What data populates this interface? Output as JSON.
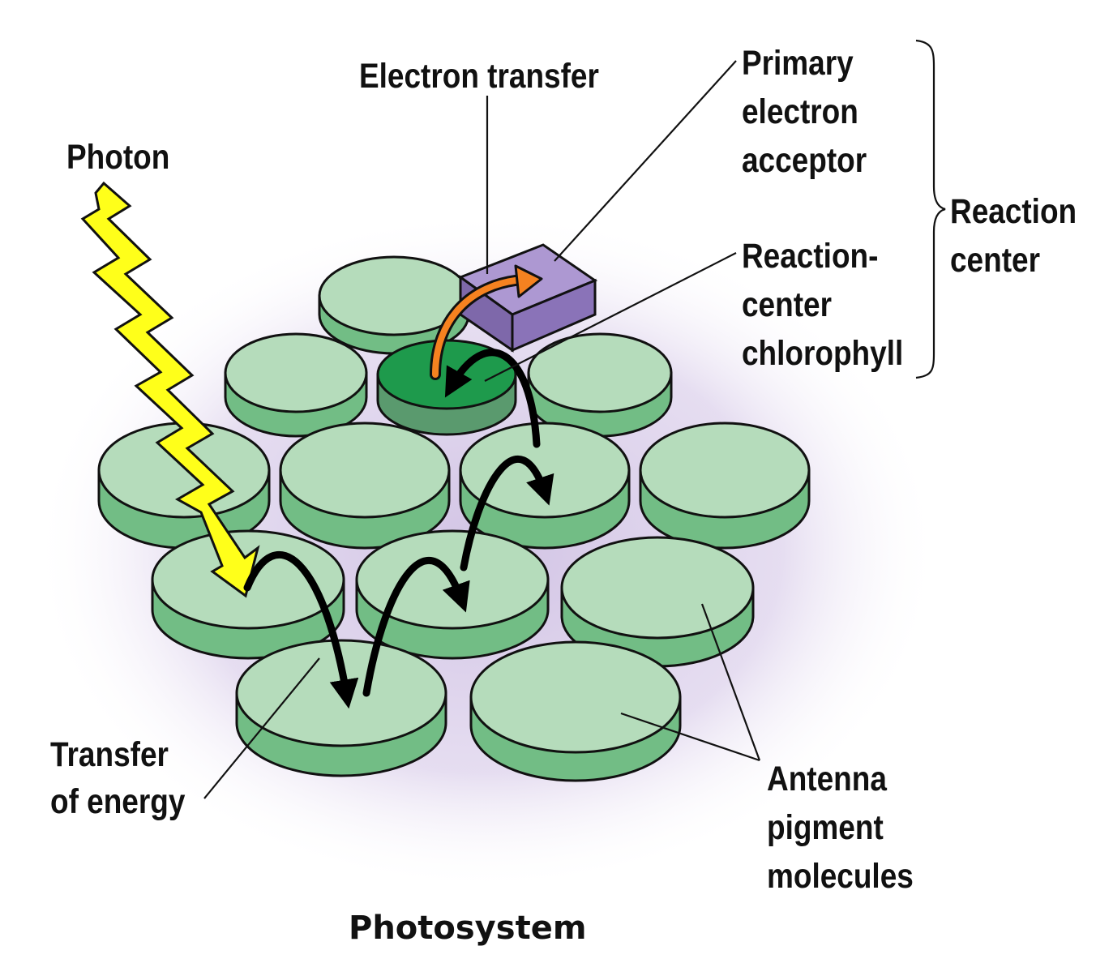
{
  "labels": {
    "photon": "Photon",
    "electron_transfer": "Electron transfer",
    "primary_acceptor": [
      "Primary",
      "electron",
      "acceptor"
    ],
    "reaction_center": [
      "Reaction",
      "center"
    ],
    "rc_chlorophyll": [
      "Reaction-",
      "center",
      "chlorophyll"
    ],
    "transfer_of_energy": [
      "Transfer",
      "of energy"
    ],
    "antenna": [
      "Antenna",
      "pigment",
      "molecules"
    ],
    "title": "Photosystem"
  },
  "colors": {
    "disk_top": "#b5dcbb",
    "disk_side": "#72bd85",
    "rc_top": "#1e9a4c",
    "rc_side": "#5a9a6e",
    "acceptor_top": "#ad98d2",
    "acceptor_side": "#8a73b8",
    "photon": "#ffff1a",
    "electron_arrow": "#f58220",
    "energy_arrow": "#000000",
    "halo": "#d8cce8"
  }
}
